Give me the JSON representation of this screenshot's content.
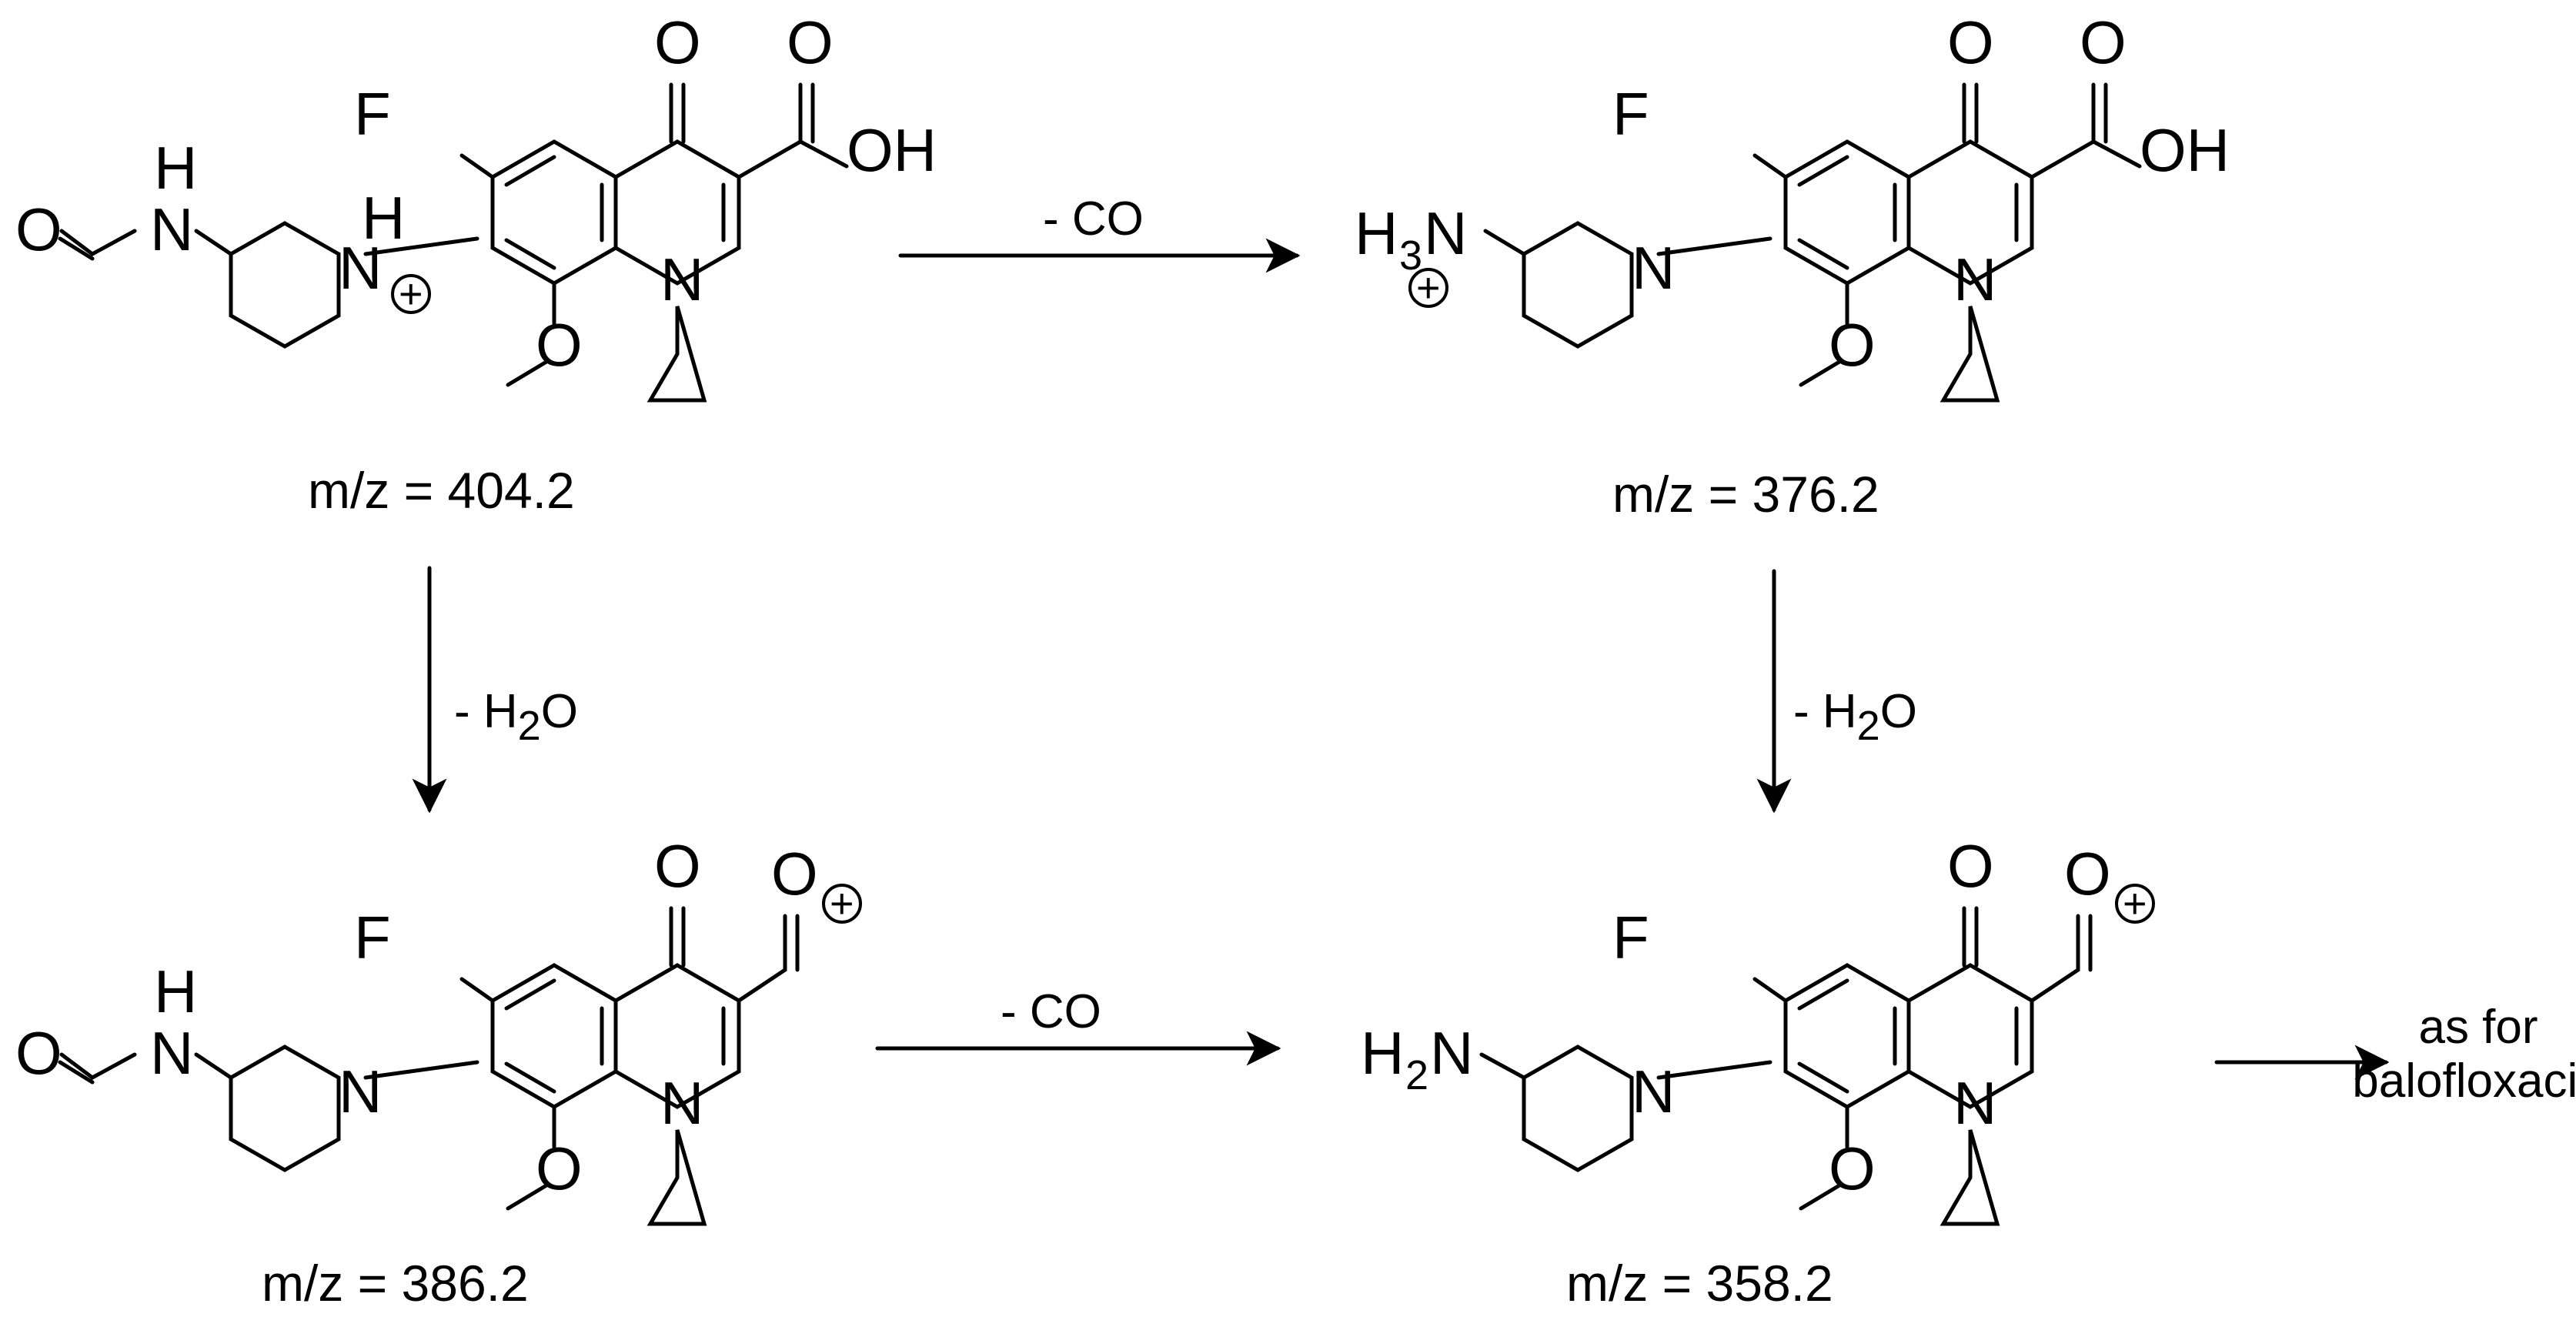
{
  "atoms": {
    "fluorine": "F",
    "oxygen": "O",
    "nitrogen": "N",
    "hydrogen": "H",
    "hydroxyl": "OH",
    "amine_h": "H",
    "ammonium_n": "N",
    "sub_2": "2",
    "sub_3": "3",
    "plus": "+"
  },
  "structures": [
    {
      "id": "s1",
      "mz": "m/z = 404.2"
    },
    {
      "id": "s2",
      "mz": "m/z = 376.2"
    },
    {
      "id": "s3",
      "mz": "m/z = 386.2"
    },
    {
      "id": "s4",
      "mz": "m/z = 358.2"
    }
  ],
  "steps": {
    "co_top": "- CO",
    "co_bottom": "- CO",
    "water_left_prefix": "- H",
    "water_left_sub": "2",
    "water_left_suffix": "O",
    "water_right_prefix": "- H",
    "water_right_sub": "2",
    "water_right_suffix": "O"
  },
  "final_note": {
    "line1": "as for",
    "line2": "balofloxacin"
  }
}
